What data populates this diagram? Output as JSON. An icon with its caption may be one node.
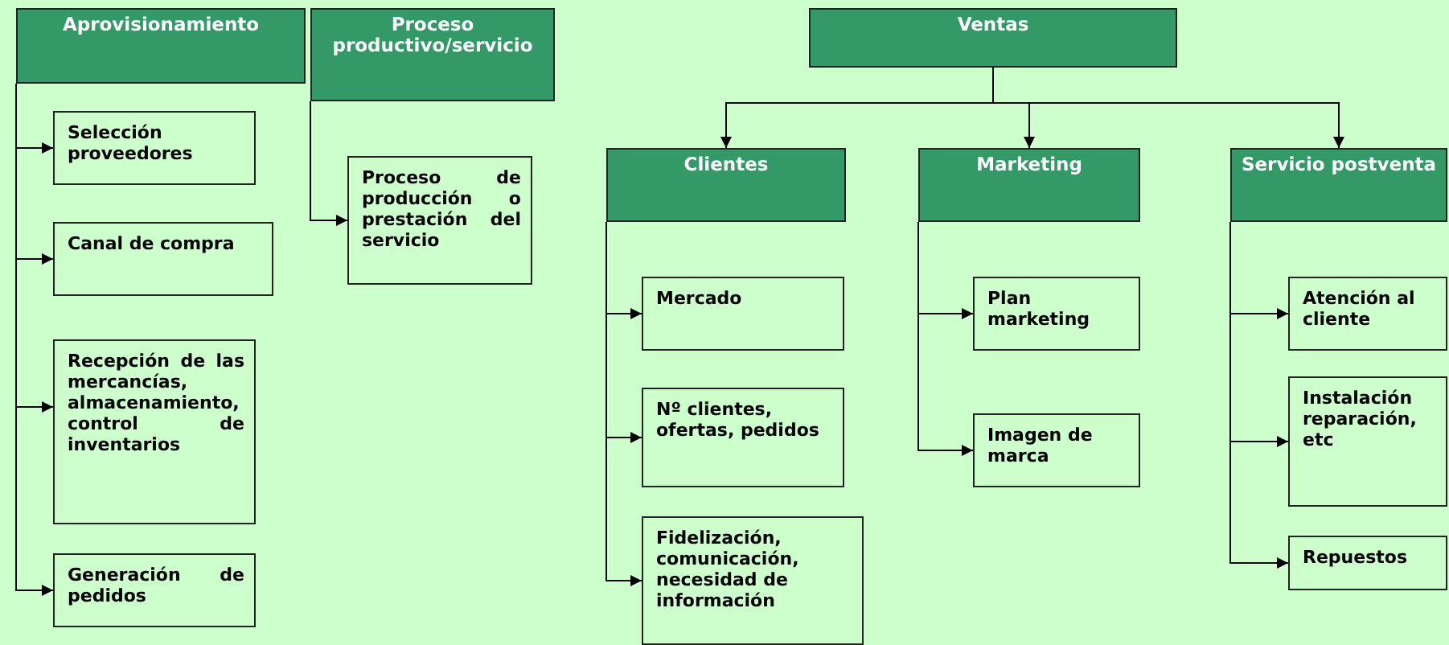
{
  "diagram": {
    "nodes": [
      {
        "text": [
          "Aprovisionamiento"
        ]
      },
      {
        "text": [
          "Selección proveedores"
        ]
      },
      {
        "text": [
          "Canal de compra"
        ]
      },
      {
        "text": [
          "Recepción de las mercancías, almacenamiento, control de inventarios"
        ]
      },
      {
        "text": [
          "Generación de pedidos"
        ]
      },
      {
        "text": [
          "Proceso productivo/servicio"
        ]
      },
      {
        "text": [
          "Proceso de producción o prestación del servicio"
        ]
      },
      {
        "text": [
          "Ventas"
        ]
      },
      {
        "text": [
          "Clientes"
        ]
      },
      {
        "text": [
          "Mercado"
        ]
      },
      {
        "text": [
          "Nº clientes, ofertas, pedidos"
        ]
      },
      {
        "text": [
          "Fidelización, comunicación, necesidad de información"
        ]
      },
      {
        "text": [
          "Marketing"
        ]
      },
      {
        "text": [
          "Plan marketing"
        ]
      },
      {
        "text": [
          "Imagen de marca"
        ]
      },
      {
        "text": [
          "Servicio postventa"
        ]
      },
      {
        "text": [
          "Atención al cliente"
        ]
      },
      {
        "text": [
          "Instalación reparación, etc"
        ]
      },
      {
        "text": [
          "Repuestos"
        ]
      }
    ],
    "edges": [
      {
        "from": 0,
        "to": 1,
        "arrow": "to"
      },
      {
        "from": 0,
        "to": 2,
        "arrow": "to"
      },
      {
        "from": 0,
        "to": 3,
        "arrow": "to"
      },
      {
        "from": 0,
        "to": 4,
        "arrow": "to"
      },
      {
        "from": 5,
        "to": 6,
        "arrow": "to"
      },
      {
        "from": 7,
        "to": 8,
        "arrow": "to"
      },
      {
        "from": 7,
        "to": 12,
        "arrow": "to"
      },
      {
        "from": 7,
        "to": 15,
        "arrow": "to"
      },
      {
        "from": 8,
        "to": 9,
        "arrow": "to"
      },
      {
        "from": 8,
        "to": 10,
        "arrow": "to"
      },
      {
        "from": 8,
        "to": 11,
        "arrow": "to"
      },
      {
        "from": 12,
        "to": 13,
        "arrow": "to"
      },
      {
        "from": 12,
        "to": 14,
        "arrow": "to"
      },
      {
        "from": 15,
        "to": 16,
        "arrow": "to"
      },
      {
        "from": 15,
        "to": 17,
        "arrow": "to"
      },
      {
        "from": 15,
        "to": 18,
        "arrow": "to"
      }
    ]
  }
}
